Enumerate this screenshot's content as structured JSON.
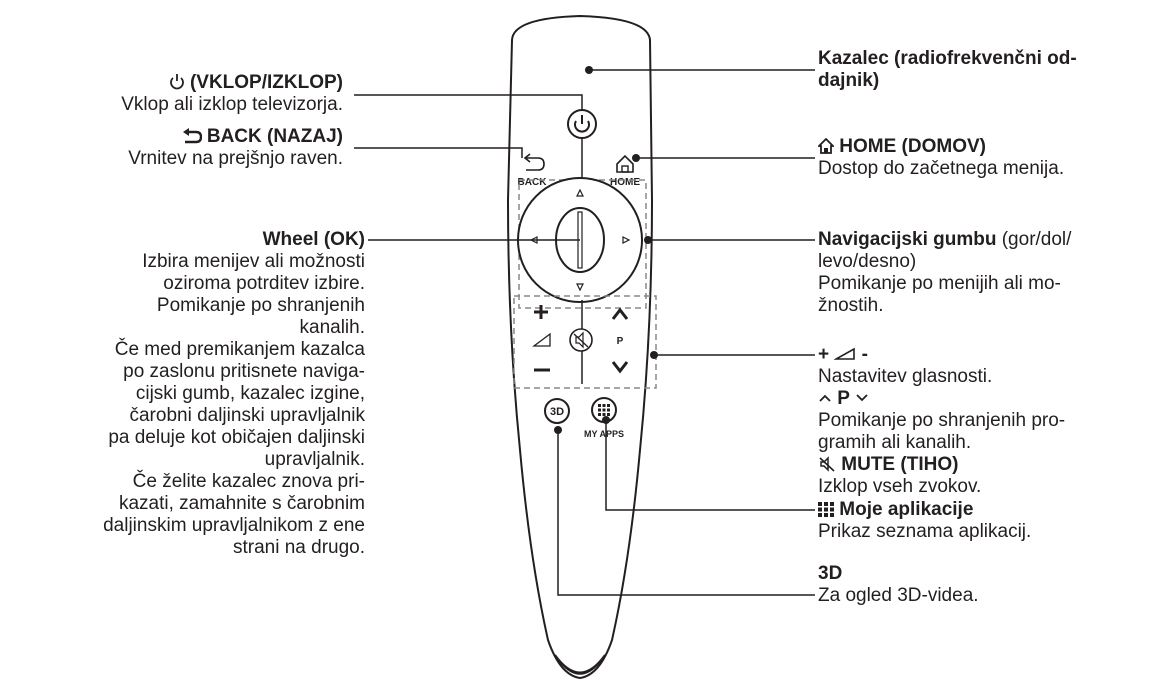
{
  "remote": {
    "back_key": "BACK",
    "home_key": "HOME",
    "channel_key": "P",
    "threed_key": "3D",
    "myapps_key": "MY APPS"
  },
  "labels": {
    "power": {
      "icon": "power-icon",
      "title": "(VKLOP/IZKLOP)",
      "lines": [
        "Vklop ali izklop televizorja."
      ]
    },
    "back": {
      "icon": "back-arrow-icon",
      "title": "BACK (NAZAJ)",
      "lines": [
        "Vrnitev na prejšnjo raven."
      ]
    },
    "wheel": {
      "title": "Wheel (OK)",
      "lines": [
        "Izbira menijev ali možnosti",
        "oziroma potrditev izbire.",
        "Pomikanje po shranjenih",
        "kanalih.",
        "Če med premikanjem kazalca",
        "po zaslonu pritisnete naviga-",
        "cijski gumb, kazalec izgine,",
        "čarobni daljinski upravljalnik",
        "pa deluje kot običajen daljinski",
        "upravljalnik.",
        "Če želite kazalec znova pri-",
        "kazati, zamahnite s čarobnim",
        "daljinskim upravljalnikom z ene",
        "strani na drugo."
      ]
    },
    "pointer": {
      "lines_bold": [
        "Kazalec (radiofrekvenčni od-",
        "dajnik)"
      ]
    },
    "home": {
      "icon": "home-icon",
      "title": "HOME (DOMOV)",
      "lines": [
        "Dostop do začetnega menija."
      ]
    },
    "navigation": {
      "title": "Navigacijski gumbu",
      "title_rest": " (gor/dol/",
      "lines": [
        "levo/desno)",
        "Pomikanje po menijih ali mo-",
        "žnostih."
      ]
    },
    "volume": {
      "title_plus": "+",
      "icon": "volume-icon",
      "title_minus": "-",
      "line1": "Nastavitev glasnosti.",
      "channel_title": "P",
      "channel_up_icon": "chevron-up-icon",
      "channel_down_icon": "chevron-down-icon",
      "channel_lines": [
        "Pomikanje po shranjenih pro-",
        "gramih ali kanalih."
      ],
      "mute_icon": "mute-icon",
      "mute_title": "MUTE (TIHO)",
      "mute_line": "Izklop vseh zvokov."
    },
    "myapps": {
      "icon": "grid-icon",
      "title": "Moje aplikacije",
      "line": "Prikaz seznama aplikacij."
    },
    "threed": {
      "title": "3D",
      "line": "Za ogled 3D-videa."
    }
  }
}
